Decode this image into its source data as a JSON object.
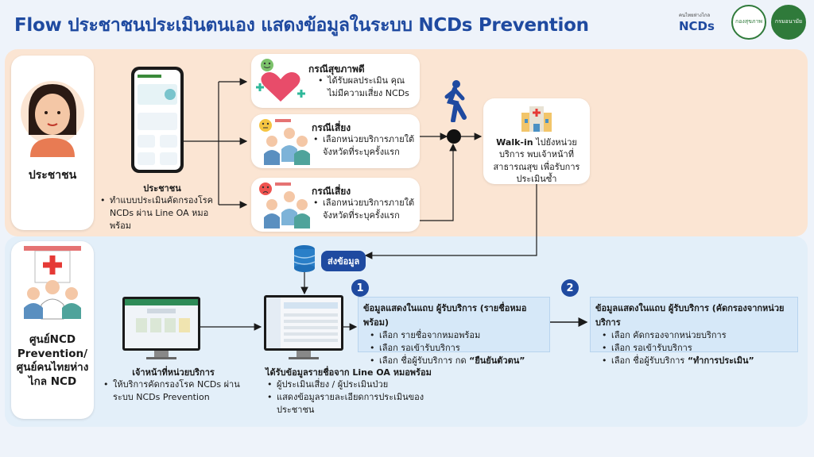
{
  "title": "Flow ประชาชนประเมินตนเอง แสดงข้อมูลในระบบ NCDs Prevention",
  "logos": {
    "ncds_small": "คนไทยห่างไกล",
    "ncds_big": "NCDs",
    "logo2": "กองสุขภาพ",
    "logo3": "กรมอนามัย"
  },
  "top": {
    "side_label": "ประชาชน",
    "phone_caption_title": "ประชาชน",
    "phone_caption_bullet": "ทำแบบประเมินคัดกรองโรค NCDs ผ่าน Line OA หมอพร้อม",
    "cases": [
      {
        "title": "กรณีสุขภาพดี",
        "bullet": "ได้รับผลประเมิน คุณไม่มีความเสี่ยง NCDs"
      },
      {
        "title": "กรณีเสี่ยง",
        "bullet": "เลือกหน่วยบริการภายใต้จังหวัดที่ระบุครั้งแรก"
      },
      {
        "title": "กรณีเสี่ยง",
        "bullet": "เลือกหน่วยบริการภายใต้จังหวัดที่ระบุครั้งแรก"
      }
    ],
    "walkin": {
      "bold": "Walk-in",
      "text": " ไปยังหน่วยบริการ พบเจ้าหน้าที่สาธารณสุข เพื่อรับการประเมินซ้ำ"
    }
  },
  "bottom": {
    "side_label": "ศูนย์NCD Prevention/ ศูนย์คนไทยห่างไกล NCD",
    "send_label": "ส่งข้อมูล",
    "staff": {
      "title": "เจ้าหน้าที่หน่วยบริการ",
      "bullet": "ให้บริการคัดกรองโรค NCDs ผ่านระบบ NCDs Prevention"
    },
    "receive": {
      "title": "ได้รับข้อมูลรายชื่อจาก Line OA หมอพร้อม",
      "bullets": [
        "ผู้ประเมินเสี่ยง / ผู้ประเมินป่วย",
        "แสดงข้อมูลรายละเอียดการประเมินของประชาชน"
      ]
    },
    "box1": {
      "num": "1",
      "title": "ข้อมูลแสดงในแถบ ผู้รับบริการ (รายชื่อหมอพร้อม)",
      "bullets": [
        "เลือก รายชื่อจากหมอพร้อม",
        "เลือก รอเข้ารับบริการ"
      ],
      "last_prefix": "เลือก ชื่อผู้รับบริการ กด ",
      "last_bold": "“ยืนยันตัวตน”"
    },
    "box2": {
      "num": "2",
      "title": "ข้อมูลแสดงในแถบ ผู้รับบริการ (คัดกรองจากหน่วยบริการ",
      "bullets": [
        "เลือก คัดกรองจากหน่วยบริการ",
        "เลือก รอเข้ารับบริการ"
      ],
      "last_prefix": "เลือก ชื่อผู้รับบริการ ",
      "last_bold": "“ทำการประเมิน”"
    }
  },
  "colors": {
    "title": "#1f4aa0",
    "top_band": "#fbe5d3",
    "bottom_band": "#e3eff9",
    "box": "#d6e8f8",
    "accent": "#1f4aa0"
  }
}
